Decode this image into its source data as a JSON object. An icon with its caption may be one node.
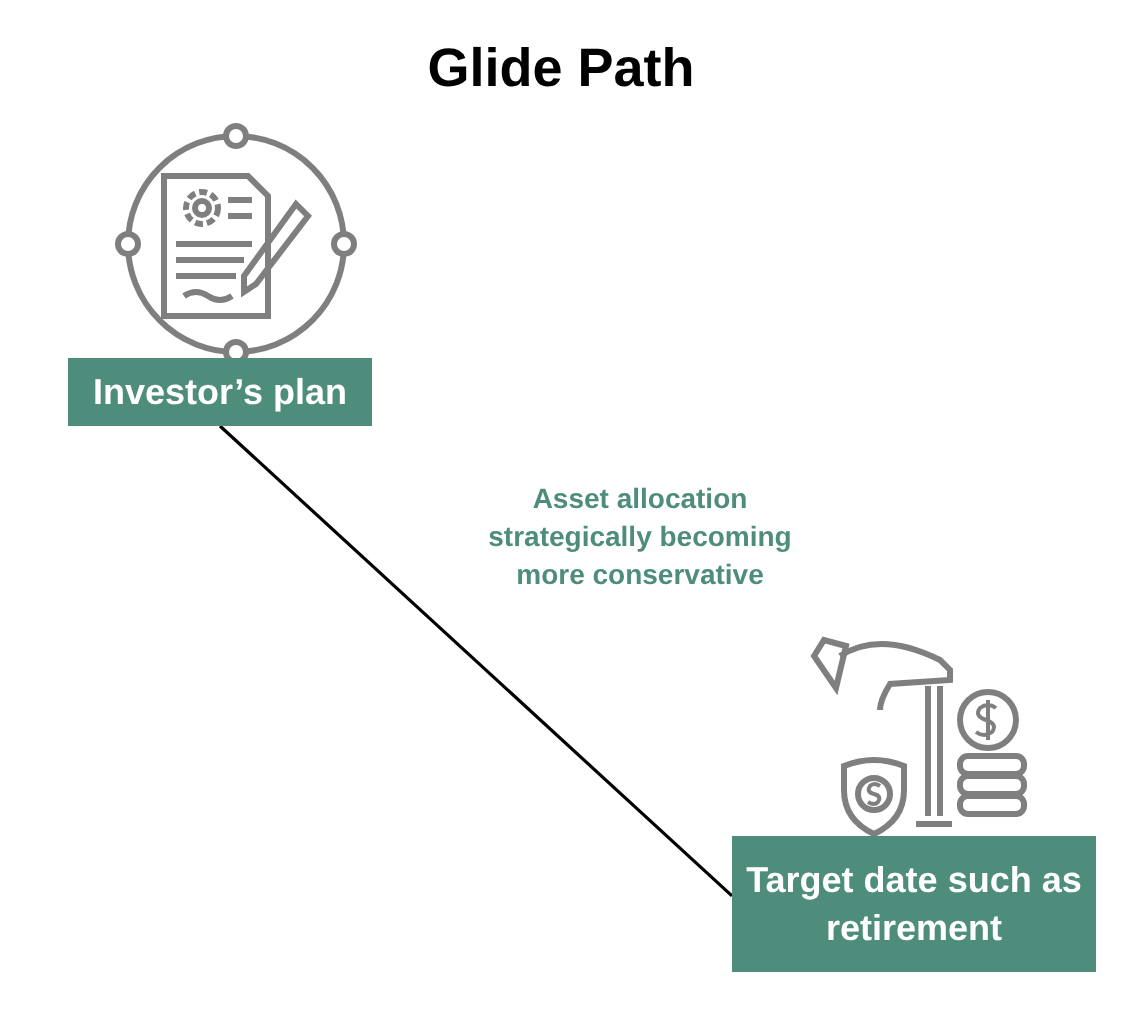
{
  "diagram": {
    "title": "Glide Path",
    "nodes": [
      {
        "text": [
          "Investor’s plan"
        ]
      },
      {
        "text": [
          "Target date such as retirement"
        ]
      }
    ],
    "edges": [
      {
        "from": 0,
        "to": 1,
        "arrow": "none",
        "label": "Asset allocation strategically becoming more conservative"
      }
    ]
  }
}
